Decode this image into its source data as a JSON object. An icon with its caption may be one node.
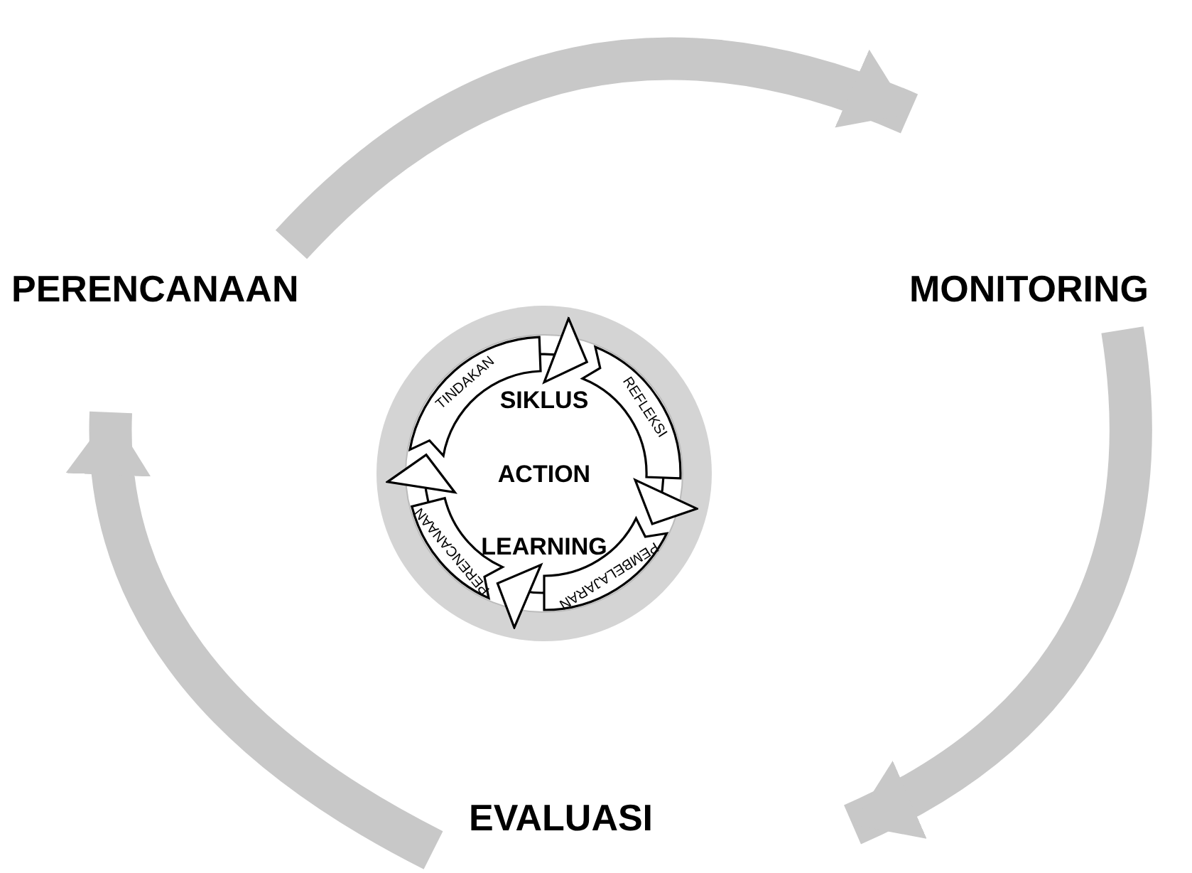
{
  "diagram": {
    "nodes": [
      {
        "text": [
          "PERENCANAAN"
        ]
      },
      {
        "text": [
          "MONITORING"
        ]
      },
      {
        "text": [
          "EVALUASI"
        ]
      },
      {
        "text": [
          "SIKLUS",
          "ACTION",
          "LEARNING"
        ]
      },
      {
        "text": [
          "TINDAKAN"
        ],
        "in": 3
      },
      {
        "text": [
          "REFLEKSI"
        ],
        "in": 3
      },
      {
        "text": [
          "PEMBELAJARAN"
        ],
        "in": 3
      },
      {
        "text": [
          "PERENCANAAN"
        ],
        "in": 3
      }
    ],
    "edges": [
      {
        "from": 0,
        "to": 1,
        "arrow": "to",
        "style": "thick",
        "color": "#c8c8c8"
      },
      {
        "from": 1,
        "to": 2,
        "arrow": "to",
        "style": "thick",
        "color": "#c8c8c8"
      },
      {
        "from": 2,
        "to": 0,
        "arrow": "to",
        "style": "thick",
        "color": "#c8c8c8"
      },
      {
        "from": 4,
        "to": 5,
        "arrow": "to"
      },
      {
        "from": 5,
        "to": 6,
        "arrow": "to"
      },
      {
        "from": 6,
        "to": 7,
        "arrow": "to"
      },
      {
        "from": 7,
        "to": 4,
        "arrow": "to"
      }
    ]
  }
}
